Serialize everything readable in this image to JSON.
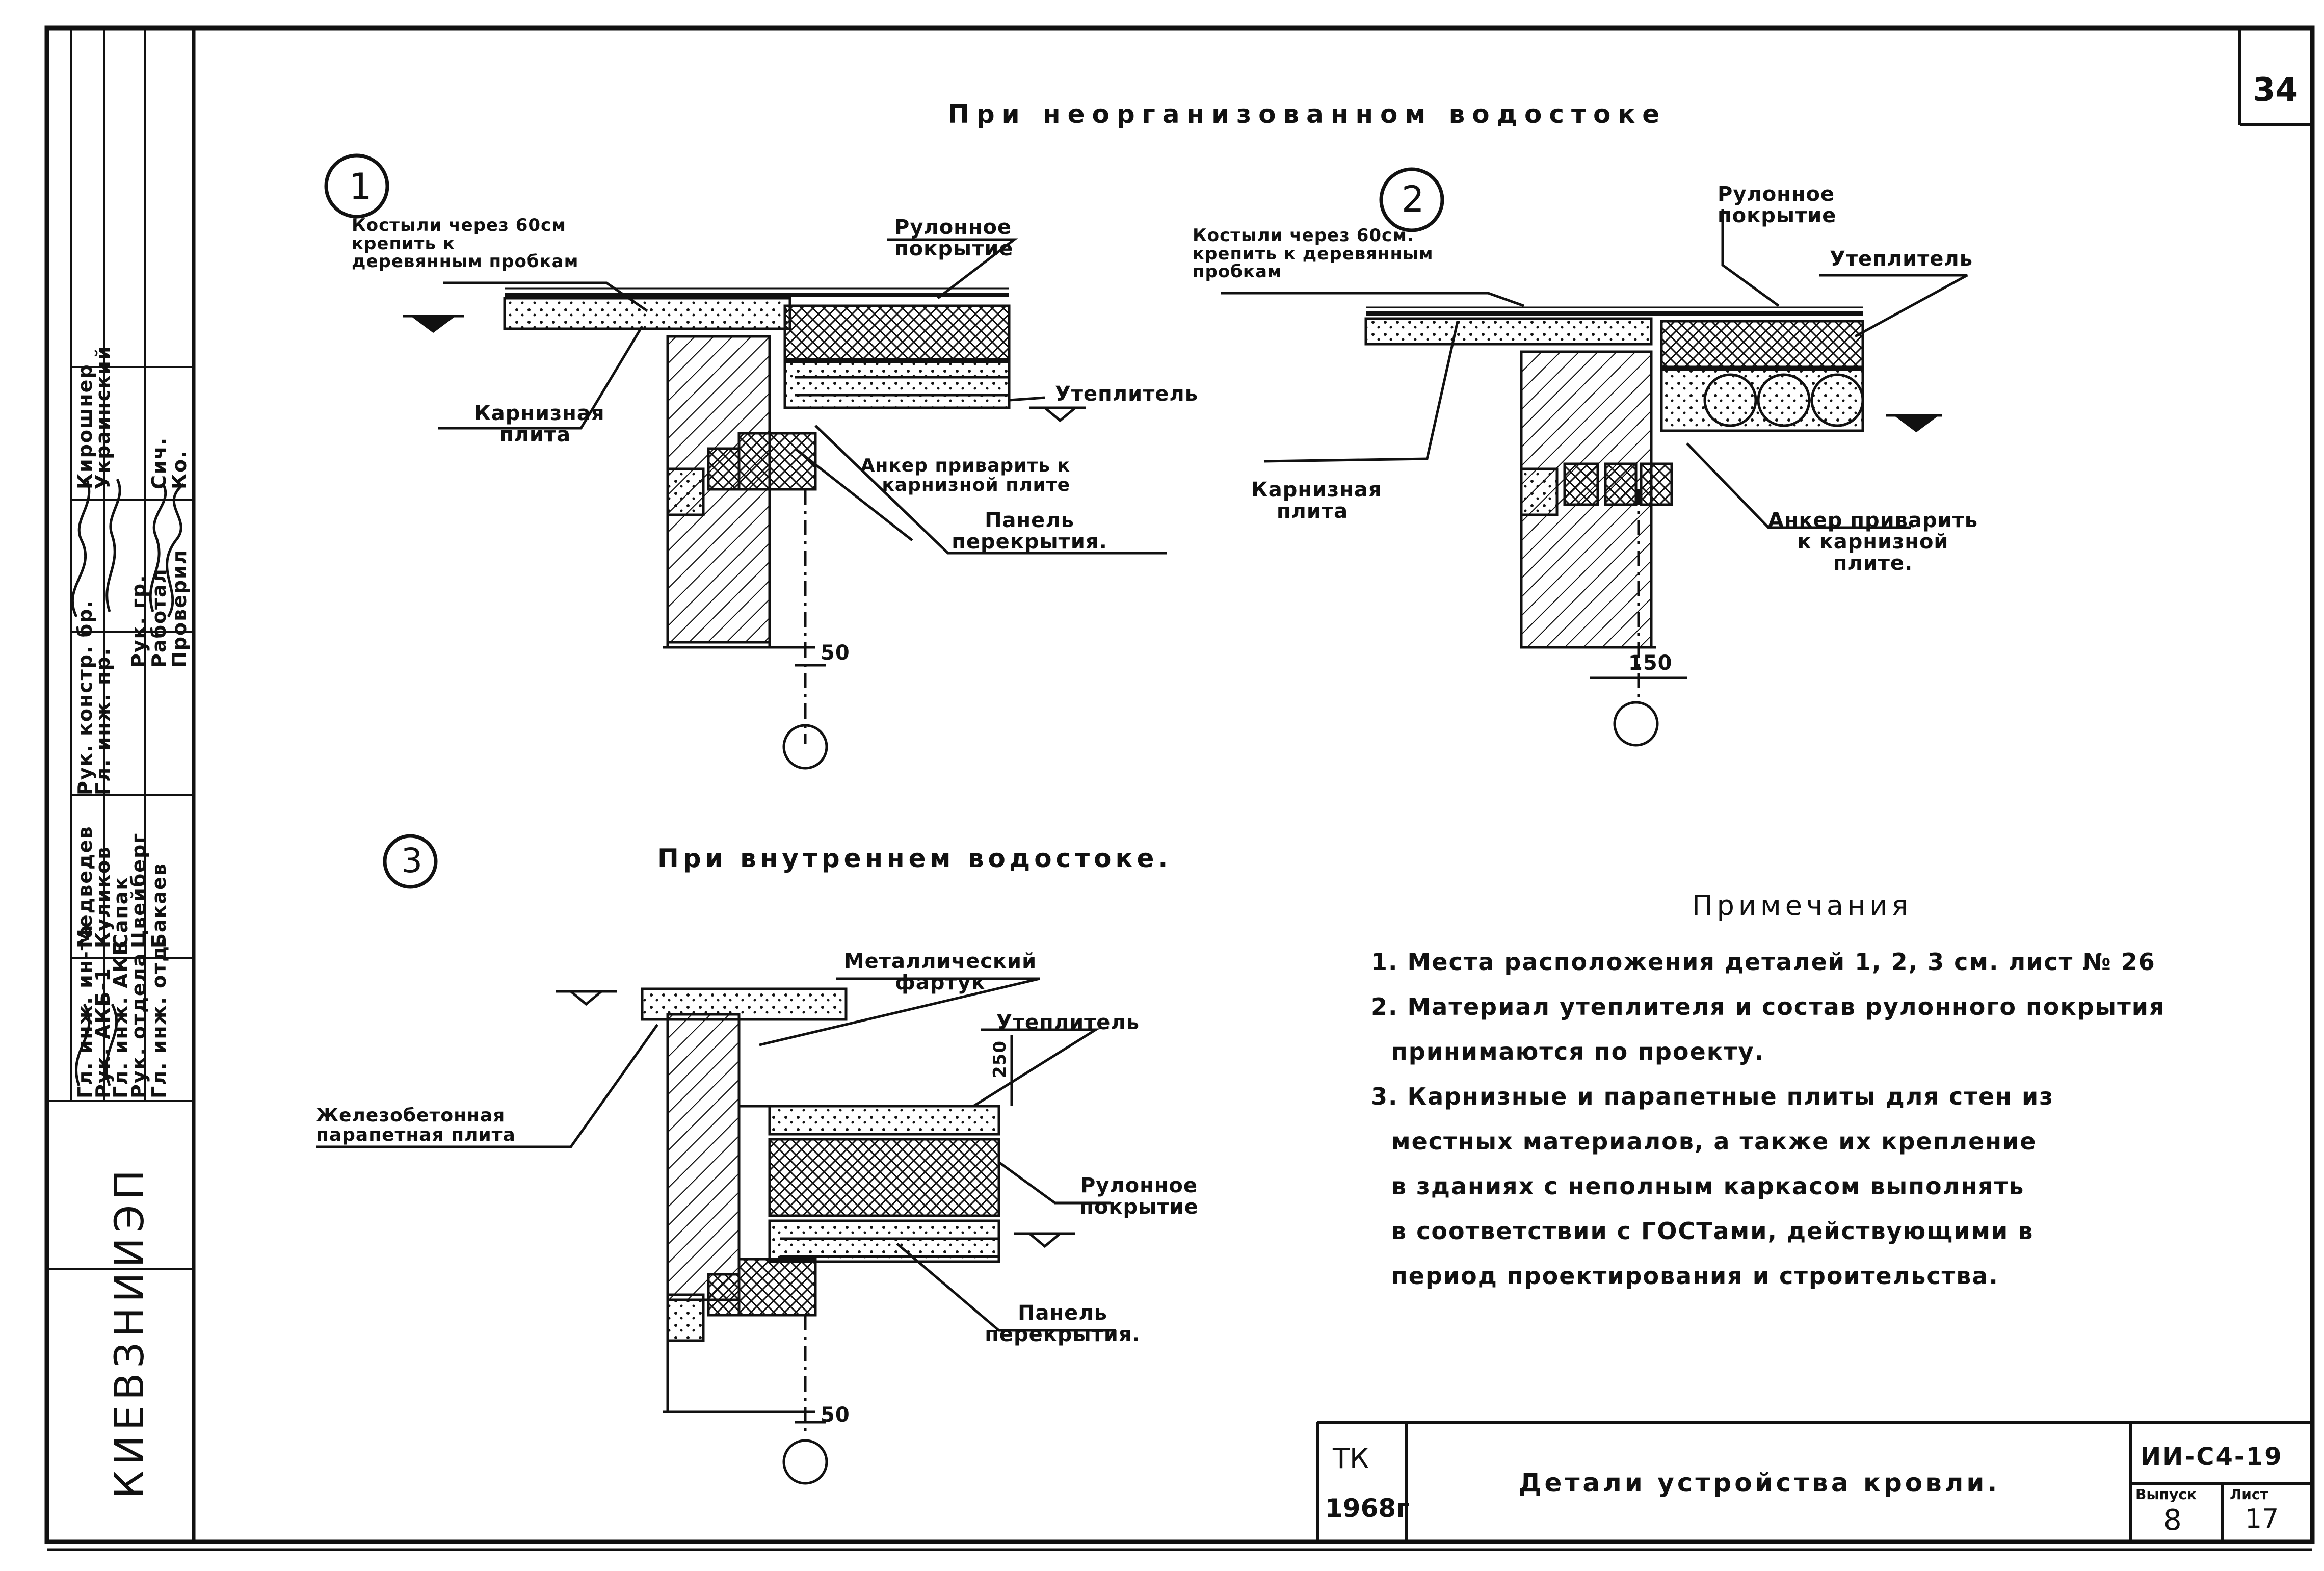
{
  "sheet": {
    "number": "34",
    "series_code": "ИИ-С4-19",
    "issue_label": "Выпуск",
    "issue_value": "8",
    "sheet_label": "Лист",
    "sheet_value": "17",
    "org_code": "ТК",
    "year": "1968г",
    "drawing_title": "Детали устройства кровли.",
    "institute": "КИЕВЗНИИЭП"
  },
  "headings": {
    "unorganized": "При неорганизованном водостоке",
    "internal": "При внутреннем водостоке."
  },
  "detail1": {
    "marker": "1",
    "crutches": "Костыли через 60см крепить к деревянным пробкам",
    "roll_roof": "Рулонное покрытие",
    "insulation": "Утеплитель",
    "cornice_slab": "Карнизная плита",
    "anchor": "Анкер приварить к карнизной плите",
    "panel": "Панель перекрытия.",
    "dimension": "50"
  },
  "detail2": {
    "marker": "2",
    "crutches": "Костыли через 60см. крепить к деревянным пробкам",
    "roll_roof": "Рулонное покрытие",
    "insulation": "Утеплитель",
    "cornice_slab": "Карнизная плита",
    "anchor": "Анкер приварить к карнизной плите.",
    "dimension": "150"
  },
  "detail3": {
    "marker": "3",
    "apron": "Металлический фартук",
    "insulation": "Утеплитель",
    "parapet": "Железобетонная парапетная плита",
    "roll_roof": "Рулонное покрытие",
    "panel": "Панель перекрытия.",
    "dim_250": "250",
    "dim_50": "50"
  },
  "notes": {
    "title": "Примечания",
    "items": [
      "1. Места расположения деталей 1, 2, 3 см. лист № 26",
      "2. Материал утеплителя и состав рулонного покрытия",
      "принимаются по проекту.",
      "3. Карнизные и парапетные плиты для стен из",
      "местных материалов, а также их крепление",
      "в зданиях с неполным каркасом выполнять",
      "в соответствии с ГОСТами, действующими в",
      "период проектирования и строительства."
    ]
  },
  "stamp": {
    "roles": [
      "Гл. инж. ин-та",
      "Рук. АКБ-1",
      "Гл. инж. АКБ",
      "Рук. отдела",
      "Гл. инж. отд.",
      "Рук. констр. бр.",
      "Гл. инж. пр.",
      "Работал",
      "Проверил",
      "Рук. гр."
    ],
    "names": [
      "Медведев",
      "Куликов",
      "Сапак",
      "Цвейберг",
      "Бакаев",
      "Кирошнер",
      "Украинский",
      "Сич.",
      "Ко."
    ]
  }
}
